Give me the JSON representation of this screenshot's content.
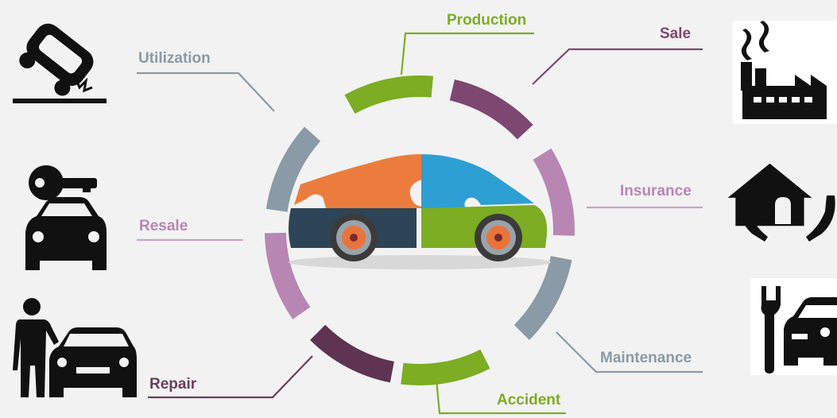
{
  "colors": {
    "background": "#f2f2f2",
    "green": "#7cad22",
    "dark_purple": "#6b3d5d",
    "light_purple": "#b886b3",
    "gray_blue": "#8a9aa6",
    "orange": "#ec7c3e",
    "blue": "#2e9fd3",
    "navy": "#2d4556",
    "icon_black": "#111111"
  },
  "stages": [
    {
      "id": "production",
      "label": "Production",
      "color": "#7cad22"
    },
    {
      "id": "sale",
      "label": "Sale",
      "color": "#7d4771"
    },
    {
      "id": "insurance",
      "label": "Insurance",
      "color": "#b886b3"
    },
    {
      "id": "maintenance",
      "label": "Maintenance",
      "color": "#8a9aa6"
    },
    {
      "id": "accident",
      "label": "Accident",
      "color": "#7cad22"
    },
    {
      "id": "repair",
      "label": "Repair",
      "color": "#5e3452"
    },
    {
      "id": "resale",
      "label": "Resale",
      "color": "#b886b3"
    },
    {
      "id": "utilization",
      "label": "Utilization",
      "color": "#8a9aa6"
    }
  ],
  "icons": [
    {
      "id": "crashed-car-icon"
    },
    {
      "id": "key-car-icon"
    },
    {
      "id": "person-car-icon"
    },
    {
      "id": "factory-icon"
    },
    {
      "id": "house-hands-icon"
    },
    {
      "id": "wrench-car-icon"
    }
  ],
  "center": {
    "id": "puzzle-car-illustration"
  }
}
